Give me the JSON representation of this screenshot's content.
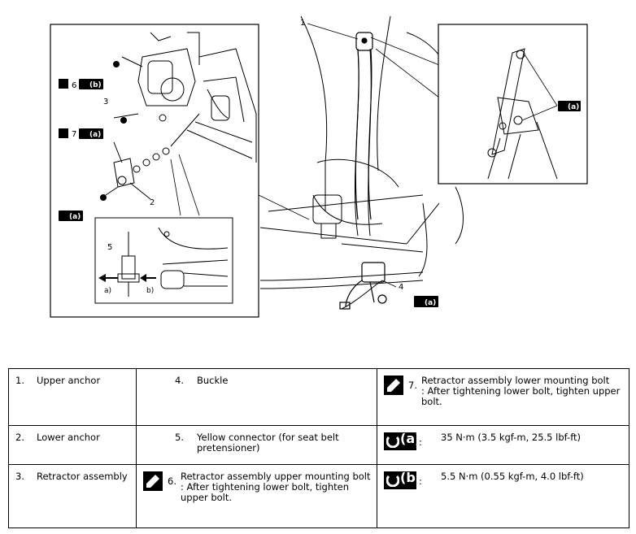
{
  "figure": {
    "callouts": {
      "c1": "1",
      "c2": "2",
      "c3": "3",
      "c4": "4",
      "c5": "5",
      "c6": "6",
      "c7": "7",
      "tqa": "(a)",
      "tqb": "(b)",
      "arrow_a": "a)",
      "arrow_b": "b)"
    }
  },
  "legend": {
    "rows": [
      [
        {
          "num": "1.",
          "text": "Upper anchor"
        },
        {
          "num": "4.",
          "text": "Buckle"
        },
        {
          "icon": "wrench-icon",
          "num": "7.",
          "text": "Retractor assembly lower mounting bolt",
          "note": ": After tightening lower bolt, tighten upper bolt."
        }
      ],
      [
        {
          "num": "2.",
          "text": "Lower anchor"
        },
        {
          "num": "5.",
          "text": "Yellow connector (for seat belt pretensioner)"
        },
        {
          "icon": "torque-a-icon",
          "badge": "(a)",
          "sep": ":",
          "text": "35 N·m (3.5 kgf-m, 25.5 lbf-ft)"
        }
      ],
      [
        {
          "num": "3.",
          "text": "Retractor assembly"
        },
        {
          "icon": "wrench-icon",
          "num": "6.",
          "text": "Retractor assembly upper mounting bolt",
          "note": ": After tightening lower bolt, tighten upper bolt."
        },
        {
          "icon": "torque-b-icon",
          "badge": "(b)",
          "sep": ":",
          "text": "5.5 N·m (0.55 kgf-m, 4.0 lbf-ft)"
        }
      ]
    ]
  }
}
